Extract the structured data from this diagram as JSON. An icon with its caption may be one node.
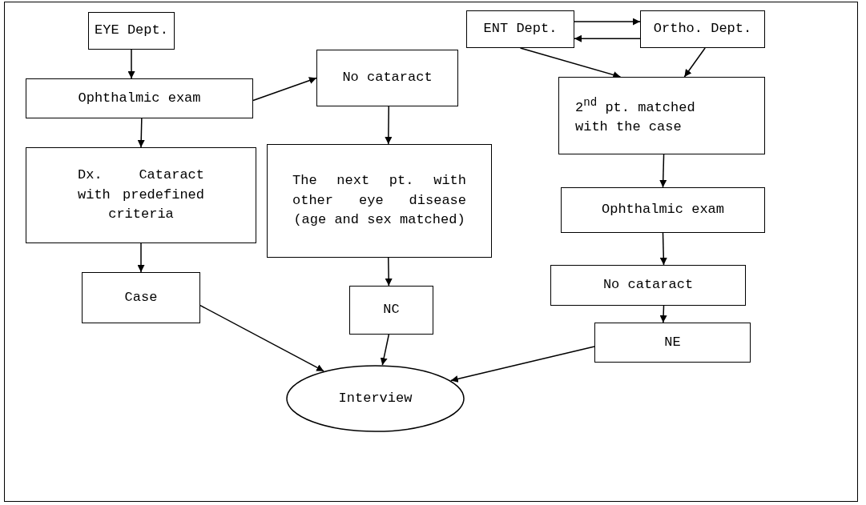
{
  "diagram": {
    "nodes": [
      {
        "text": [
          "EYE Dept."
        ]
      },
      {
        "text": [
          "Ophthalmic exam"
        ]
      },
      {
        "text": [
          "Dx. Cataract with predefined criteria"
        ]
      },
      {
        "text": [
          "Case"
        ]
      },
      {
        "text": [
          "No cataract"
        ]
      },
      {
        "text": [
          "The next pt. with other eye disease (age and sex matched)"
        ]
      },
      {
        "text": [
          "NC"
        ]
      },
      {
        "text": [
          "ENT Dept."
        ]
      },
      {
        "text": [
          "Ortho. Dept."
        ]
      },
      {
        "text": [
          "2$^{nd}$ pt. matched with the case"
        ]
      },
      {
        "text": [
          "Ophthalmic exam"
        ]
      },
      {
        "text": [
          "No cataract"
        ]
      },
      {
        "text": [
          "NE"
        ]
      },
      {
        "text": [
          "Interview"
        ]
      }
    ],
    "edges": [
      {
        "from": 0,
        "to": 1,
        "arrow": "to"
      },
      {
        "from": 1,
        "to": 4,
        "arrow": "to"
      },
      {
        "from": 1,
        "to": 2,
        "arrow": "to"
      },
      {
        "from": 2,
        "to": 3,
        "arrow": "to"
      },
      {
        "from": 3,
        "to": 13,
        "arrow": "to"
      },
      {
        "from": 4,
        "to": 5,
        "arrow": "to"
      },
      {
        "from": 5,
        "to": 6,
        "arrow": "to"
      },
      {
        "from": 6,
        "to": 13,
        "arrow": "to"
      },
      {
        "from": 7,
        "to": 8,
        "arrow": "to"
      },
      {
        "from": 8,
        "to": 7,
        "arrow": "to"
      },
      {
        "from": 7,
        "to": 9,
        "arrow": "to"
      },
      {
        "from": 8,
        "to": 9,
        "arrow": "to"
      },
      {
        "from": 9,
        "to": 10,
        "arrow": "to"
      },
      {
        "from": 10,
        "to": 11,
        "arrow": "to"
      },
      {
        "from": 11,
        "to": 12,
        "arrow": "to"
      },
      {
        "from": 12,
        "to": 13,
        "arrow": "to"
      }
    ]
  }
}
